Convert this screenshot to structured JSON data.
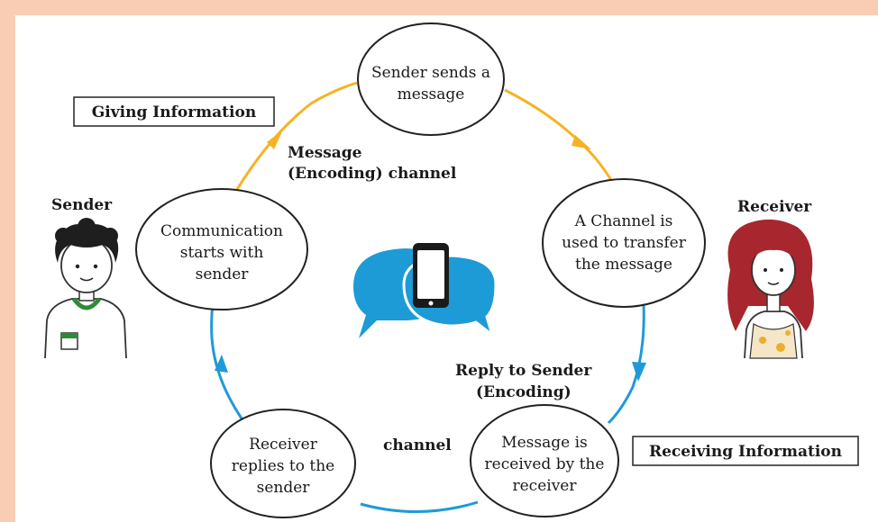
{
  "nodes": {
    "top": [
      "Sender sends a",
      "message"
    ],
    "right": [
      "A Channel is",
      "used to transfer",
      "the message"
    ],
    "bottom_right": [
      "Message is",
      "received by the",
      "receiver"
    ],
    "bottom_left": [
      "Receiver",
      "replies to the",
      "sender"
    ],
    "left": [
      "Communication",
      "starts with",
      "sender"
    ]
  },
  "labels": {
    "giving_information": "Giving Information",
    "receiving_information": "Receiving Information",
    "message_channel_line1": "Message",
    "message_channel_line2": "(Encoding) channel",
    "reply_line1": "Reply to Sender",
    "reply_line2": "(Encoding)",
    "channel": "channel",
    "sender": "Sender",
    "receiver": "Receiver"
  },
  "colors": {
    "frame": "#f9cdb4",
    "flow_out": "#f5b324",
    "flow_back": "#1f9ad6",
    "bubble": "#1d9bd7",
    "phone": "#1a1a1a"
  },
  "icons": {
    "center": "chat-bubbles-smartphone-icon",
    "sender": "boy-avatar-icon",
    "receiver": "girl-avatar-icon"
  }
}
